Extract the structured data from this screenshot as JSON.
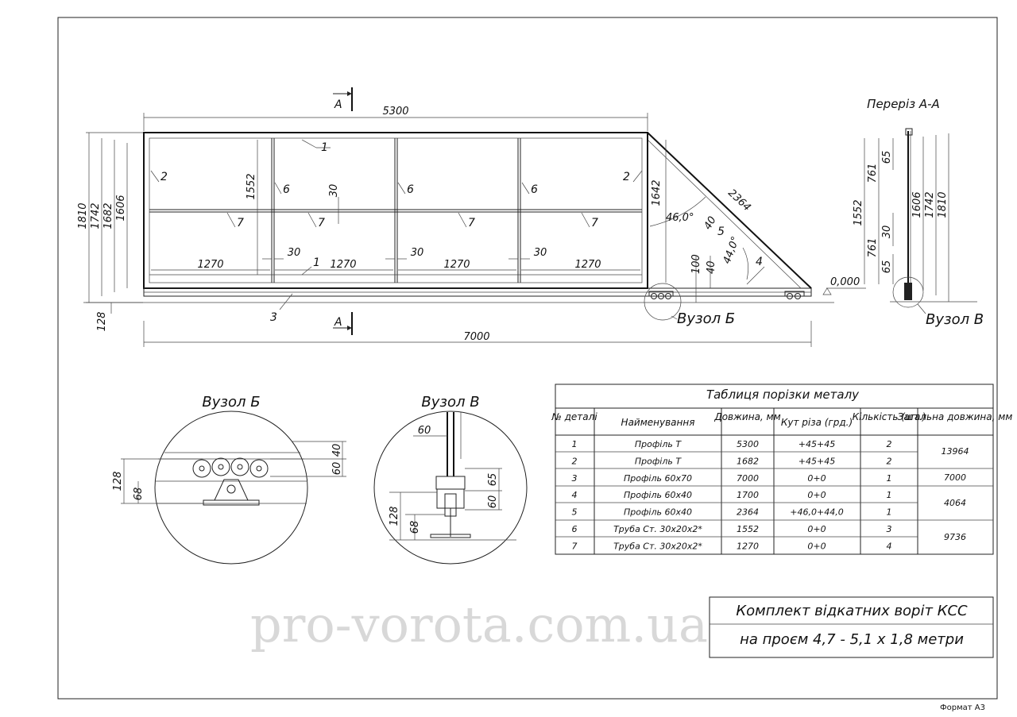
{
  "sheet": {
    "format_label": "Формат А3"
  },
  "watermark": "pro-vorota.com.ua",
  "section_marks": {
    "top": "А",
    "bottom": "А"
  },
  "gate_dims": {
    "overall_top": "5300",
    "overall_bottom": "7000",
    "left_heights": [
      "1810",
      "1742",
      "1682",
      "1606"
    ],
    "base_offset": "128",
    "frame_inner_height": "1552",
    "gap_30": "30",
    "panel_widths": [
      "1270",
      "1270",
      "1270",
      "1270"
    ],
    "triangle_height": "1642",
    "diagonal": "2364",
    "angle_top": "46,0°",
    "angle_bottom": "44,0°",
    "dim_40a": "40",
    "dim_40b": "40",
    "dim_100": "100",
    "level_zero": "0,000"
  },
  "part_labels": {
    "p1": "1",
    "p2": "2",
    "p3": "3",
    "p4": "4",
    "p5": "5",
    "p6": "6",
    "p7": "7"
  },
  "section_view": {
    "title": "Переріз А-А",
    "dims": [
      "1552",
      "761",
      "65",
      "30",
      "761",
      "65",
      "1606",
      "1742",
      "1810"
    ],
    "node_label": "Вузол В"
  },
  "node_b_label": "Вузол Б",
  "detail_b": {
    "title": "Вузол Б",
    "dims": [
      "128",
      "68",
      "60",
      "40"
    ]
  },
  "detail_v": {
    "title": "Вузол В",
    "dims": [
      "60",
      "128",
      "68",
      "60",
      "65"
    ]
  },
  "cut_table": {
    "title": "Таблиця порізки металу",
    "headers": [
      "№ деталі",
      "Найменування",
      "Довжина, мм",
      "Кут різа (грд.)",
      "Кількість (шт.)",
      "Загальна довжина, мм"
    ],
    "rows": [
      [
        "1",
        "Профіль Т",
        "5300",
        "+45+45",
        "2"
      ],
      [
        "2",
        "Профіль Т",
        "1682",
        "+45+45",
        "2"
      ],
      [
        "3",
        "Профіль 60х70",
        "7000",
        "0+0",
        "1"
      ],
      [
        "4",
        "Профіль 60х40",
        "1700",
        "0+0",
        "1"
      ],
      [
        "5",
        "Профіль 60х40",
        "2364",
        "+46,0+44,0",
        "1"
      ],
      [
        "6",
        "Труба Ст. 30х20х2*",
        "1552",
        "0+0",
        "3"
      ],
      [
        "7",
        "Труба Ст. 30х20х2*",
        "1270",
        "0+0",
        "4"
      ]
    ],
    "totals": [
      "13964",
      "7000",
      "4064",
      "9736"
    ]
  },
  "title_block": {
    "line1": "Комплект відкатних воріт КСС",
    "line2": "на проєм 4,7 - 5,1 х 1,8 метри"
  },
  "colors": {
    "line": "#222222",
    "watermark": "#d8d8d8",
    "background": "#ffffff"
  }
}
